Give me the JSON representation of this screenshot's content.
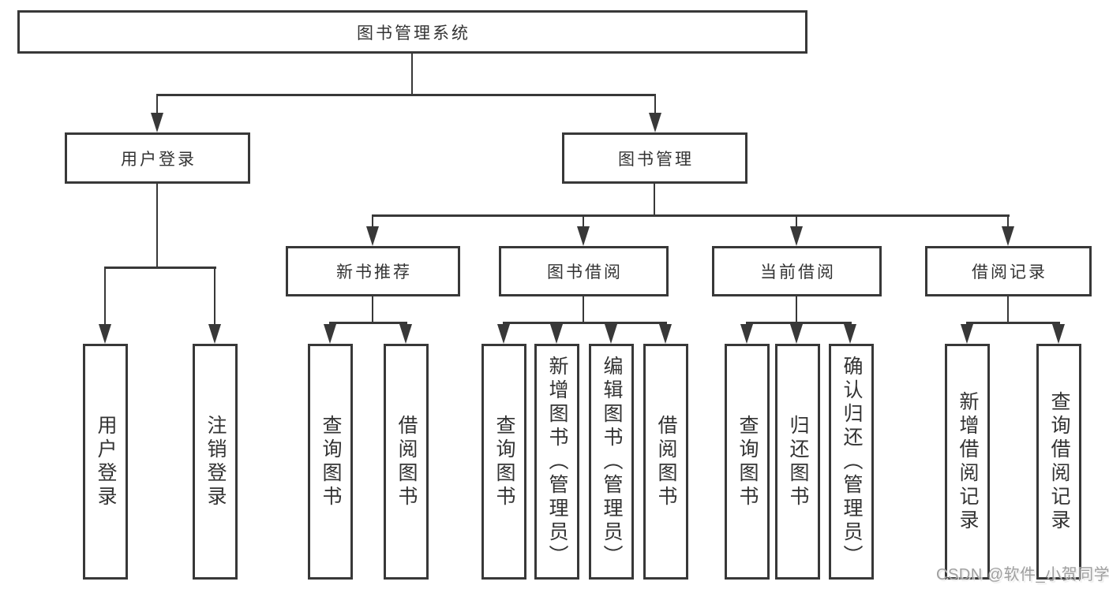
{
  "diagram": {
    "tree": {
      "root_label": "图书管理系统",
      "login": {
        "label": "用户登录",
        "children": [
          "用户登录",
          "注销登录"
        ]
      },
      "management": {
        "label": "图书管理",
        "sections": [
          {
            "label": "新书推荐",
            "children": [
              "查询图书",
              "借阅图书"
            ]
          },
          {
            "label": "图书借阅",
            "children": [
              "查询图书",
              "新增图书（管理员）",
              "编辑图书（管理员）",
              "借阅图书"
            ]
          },
          {
            "label": "当前借阅",
            "children": [
              "查询图书",
              "归还图书",
              "确认归还（管理员）"
            ]
          },
          {
            "label": "借阅记录",
            "children": [
              "新增借阅记录",
              "查询借阅记录"
            ]
          }
        ]
      }
    },
    "colors": {
      "line": "#383838",
      "text": "#333333",
      "background": "#ffffff",
      "watermark_text_color": "#9f9f9f"
    }
  },
  "watermark": {
    "text": "CSDN @软件_小贺同学"
  }
}
